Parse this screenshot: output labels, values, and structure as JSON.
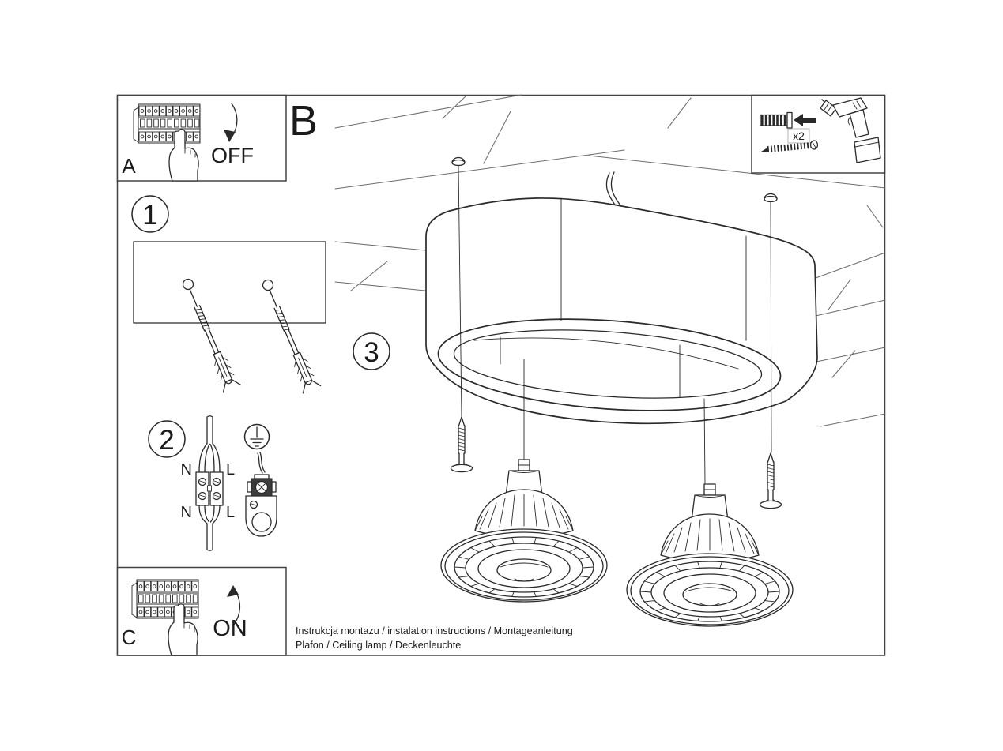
{
  "panels": {
    "a_label": "A",
    "a_action": "OFF",
    "b_label": "B",
    "c_label": "C",
    "c_action": "ON"
  },
  "steps": {
    "one": "1",
    "two": "2",
    "three": "3"
  },
  "parts": {
    "dowel_qty": "x2"
  },
  "wiring": {
    "top_n": "N",
    "top_l": "L",
    "bottom_n": "N",
    "bottom_l": "L"
  },
  "footer": {
    "line1": "Instrukcja montażu / instalation instructions / Montageanleitung",
    "line2": "Plafon / Ceiling lamp / Deckenleuchte"
  },
  "colors": {
    "line": "#2a2a2a",
    "background": "#ffffff"
  }
}
